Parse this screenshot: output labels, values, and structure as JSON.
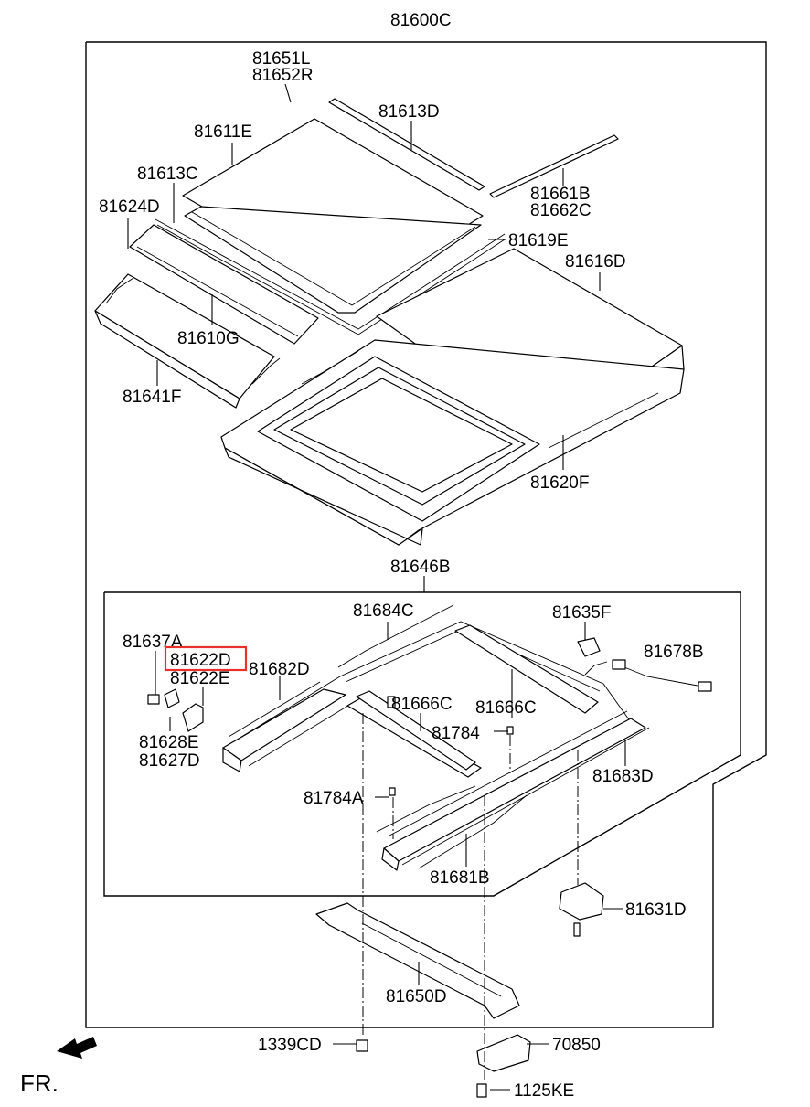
{
  "title": "81600C",
  "direction_label": "FR.",
  "highlight_color": "#e8312b",
  "highlighted_part": "81622D",
  "parts": {
    "p81651L": "81651L",
    "p81652R": "81652R",
    "p81613D": "81613D",
    "p81611E": "81611E",
    "p81613C": "81613C",
    "p81661B": "81661B",
    "p81662C": "81662C",
    "p81624D": "81624D",
    "p81619E": "81619E",
    "p81616D": "81616D",
    "p81610G": "81610G",
    "p81641F": "81641F",
    "p81620F": "81620F",
    "p81646B": "81646B",
    "p81684C": "81684C",
    "p81635F": "81635F",
    "p81637A": "81637A",
    "p81622D": "81622D",
    "p81622E": "81622E",
    "p81682D": "81682D",
    "p81678B": "81678B",
    "p81666C_a": "81666C",
    "p81666C_b": "81666C",
    "p81784": "81784",
    "p81628E": "81628E",
    "p81627D": "81627D",
    "p81683D": "81683D",
    "p81784A": "81784A",
    "p81681B": "81681B",
    "p81631D": "81631D",
    "p81650D": "81650D",
    "p1339CD": "1339CD",
    "p70850": "70850",
    "p1125KE": "1125KE"
  }
}
